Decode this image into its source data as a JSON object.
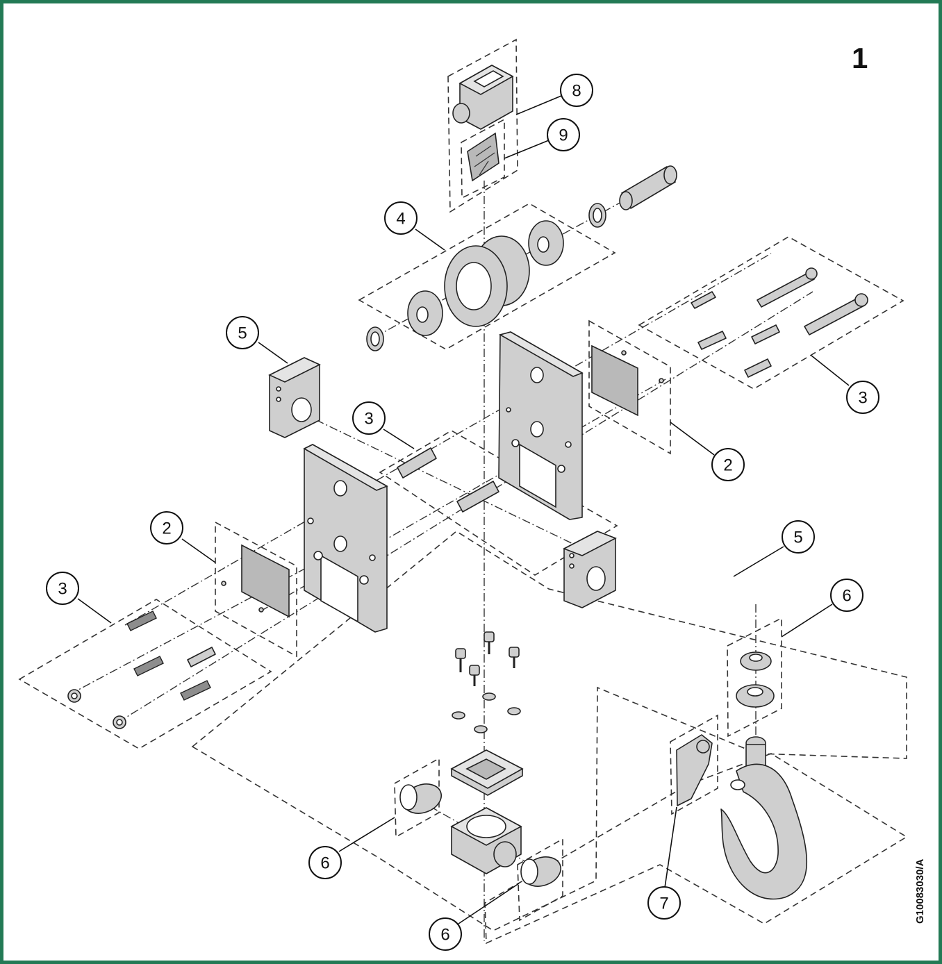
{
  "figure": {
    "number": "1",
    "drawing_code": "G10083030/A"
  },
  "callouts": [
    {
      "id": "callout-8",
      "label": "8"
    },
    {
      "id": "callout-9",
      "label": "9"
    },
    {
      "id": "callout-4",
      "label": "4"
    },
    {
      "id": "callout-5-top",
      "label": "5"
    },
    {
      "id": "callout-3-mid",
      "label": "3"
    },
    {
      "id": "callout-3-right",
      "label": "3"
    },
    {
      "id": "callout-2-right",
      "label": "2"
    },
    {
      "id": "callout-2-left",
      "label": "2"
    },
    {
      "id": "callout-3-left",
      "label": "3"
    },
    {
      "id": "callout-5-right",
      "label": "5"
    },
    {
      "id": "callout-6-right",
      "label": "6"
    },
    {
      "id": "callout-6-left",
      "label": "6"
    },
    {
      "id": "callout-7",
      "label": "7"
    },
    {
      "id": "callout-6-bottom",
      "label": "6"
    }
  ],
  "colors": {
    "frame": "#237a55",
    "part_fill": "#cfcfcf",
    "line": "#222222"
  }
}
